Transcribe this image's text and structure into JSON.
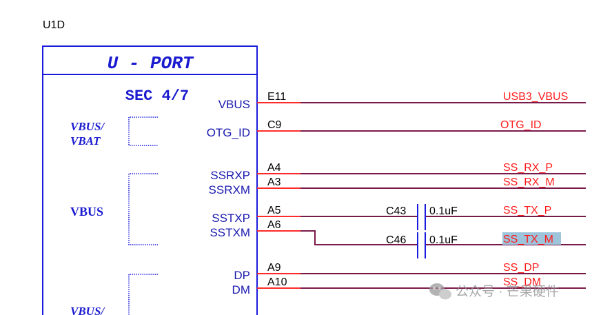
{
  "refdes": "U1D",
  "block_title": "U - PORT",
  "section": "SEC 4/7",
  "group_labels": {
    "vbus_vbat_1": "VBUS/",
    "vbus_vbat_2": "VBAT",
    "vbus": "VBUS",
    "vbus_bottom": "VBUS/"
  },
  "pins": [
    {
      "pin_name": "VBUS",
      "pin_number": "E11",
      "net": "USB3_VBUS"
    },
    {
      "pin_name": "OTG_ID",
      "pin_number": "C9",
      "net": "OTG_ID"
    },
    {
      "pin_name": "SSRXP",
      "pin_number": "A4",
      "net": "SS_RX_P"
    },
    {
      "pin_name": "SSRXM",
      "pin_number": "A3",
      "net": "SS_RX_M"
    },
    {
      "pin_name": "SSTXP",
      "pin_number": "A5",
      "net": "SS_TX_P"
    },
    {
      "pin_name": "SSTXM",
      "pin_number": "A6",
      "net": "SS_TX_M"
    },
    {
      "pin_name": "DP",
      "pin_number": "A9",
      "net": "SS_DP"
    },
    {
      "pin_name": "DM",
      "pin_number": "A10",
      "net": "SS_DM"
    }
  ],
  "capacitors": [
    {
      "refdes": "C43",
      "value": "0.1uF"
    },
    {
      "refdes": "C46",
      "value": "0.1uF"
    }
  ],
  "watermark": "公众号 · 芒果硬件",
  "colors": {
    "body_outline": "#1a1adc",
    "title_text": "#1a1ad0",
    "pin_line": "#ff2a2a",
    "wire": "#7a1a4a",
    "net_label": "#ff1a1a",
    "pin_name": "#1a1ab0",
    "capacitor": "#1a1adc",
    "highlight": "#9ec4dc"
  }
}
